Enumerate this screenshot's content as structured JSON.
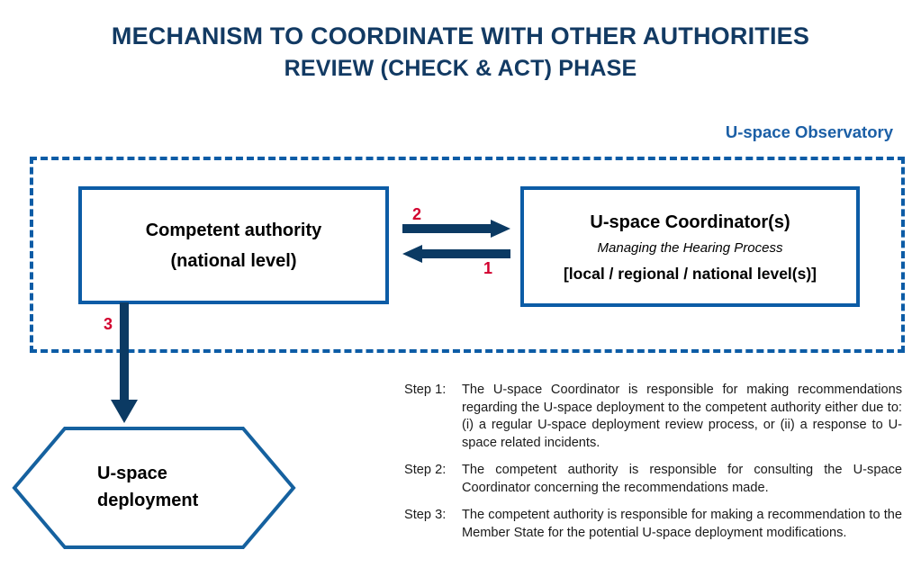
{
  "title": {
    "line1": "MECHANISM TO COORDINATE WITH OTHER AUTHORITIES",
    "line2": "REVIEW (CHECK & ACT) PHASE",
    "color": "#123A63"
  },
  "observatory": {
    "label": "U-space Observatory",
    "label_color": "#1B5FA6",
    "border_color": "#0C5CA6"
  },
  "boxes": {
    "competent_authority": {
      "line1": "Competent authority",
      "line2": "(national level)",
      "border_color": "#0C5CA6"
    },
    "coordinator": {
      "title": "U-space Coordinator(s)",
      "subtitle": "Managing the Hearing Process",
      "levels": "[local / regional / national level(s)]",
      "border_color": "#0C5CA6"
    }
  },
  "hexagon": {
    "line1": "U-space",
    "line2": "deployment",
    "border_color": "#15619F"
  },
  "arrows": {
    "color": "#0B3A63",
    "number_color": "#D2002E",
    "arrow_1_number": "1",
    "arrow_1_direction": "left",
    "arrow_2_number": "2",
    "arrow_2_direction": "right",
    "arrow_3_number": "3",
    "arrow_3_direction": "down"
  },
  "steps": [
    {
      "label": "Step 1:",
      "text": "The U-space Coordinator is responsible for making recommendations regarding the U-space deployment to the competent authority either due to: (i) a regular U-space deployment review process, or (ii) a response to U-space related incidents."
    },
    {
      "label": "Step 2:",
      "text": "The competent authority is responsible for consulting the U-space Coordinator concerning the recommendations made."
    },
    {
      "label": "Step 3:",
      "text": "The competent authority is responsible for making a recommendation to the Member State for the potential U-space deployment modifications."
    }
  ]
}
